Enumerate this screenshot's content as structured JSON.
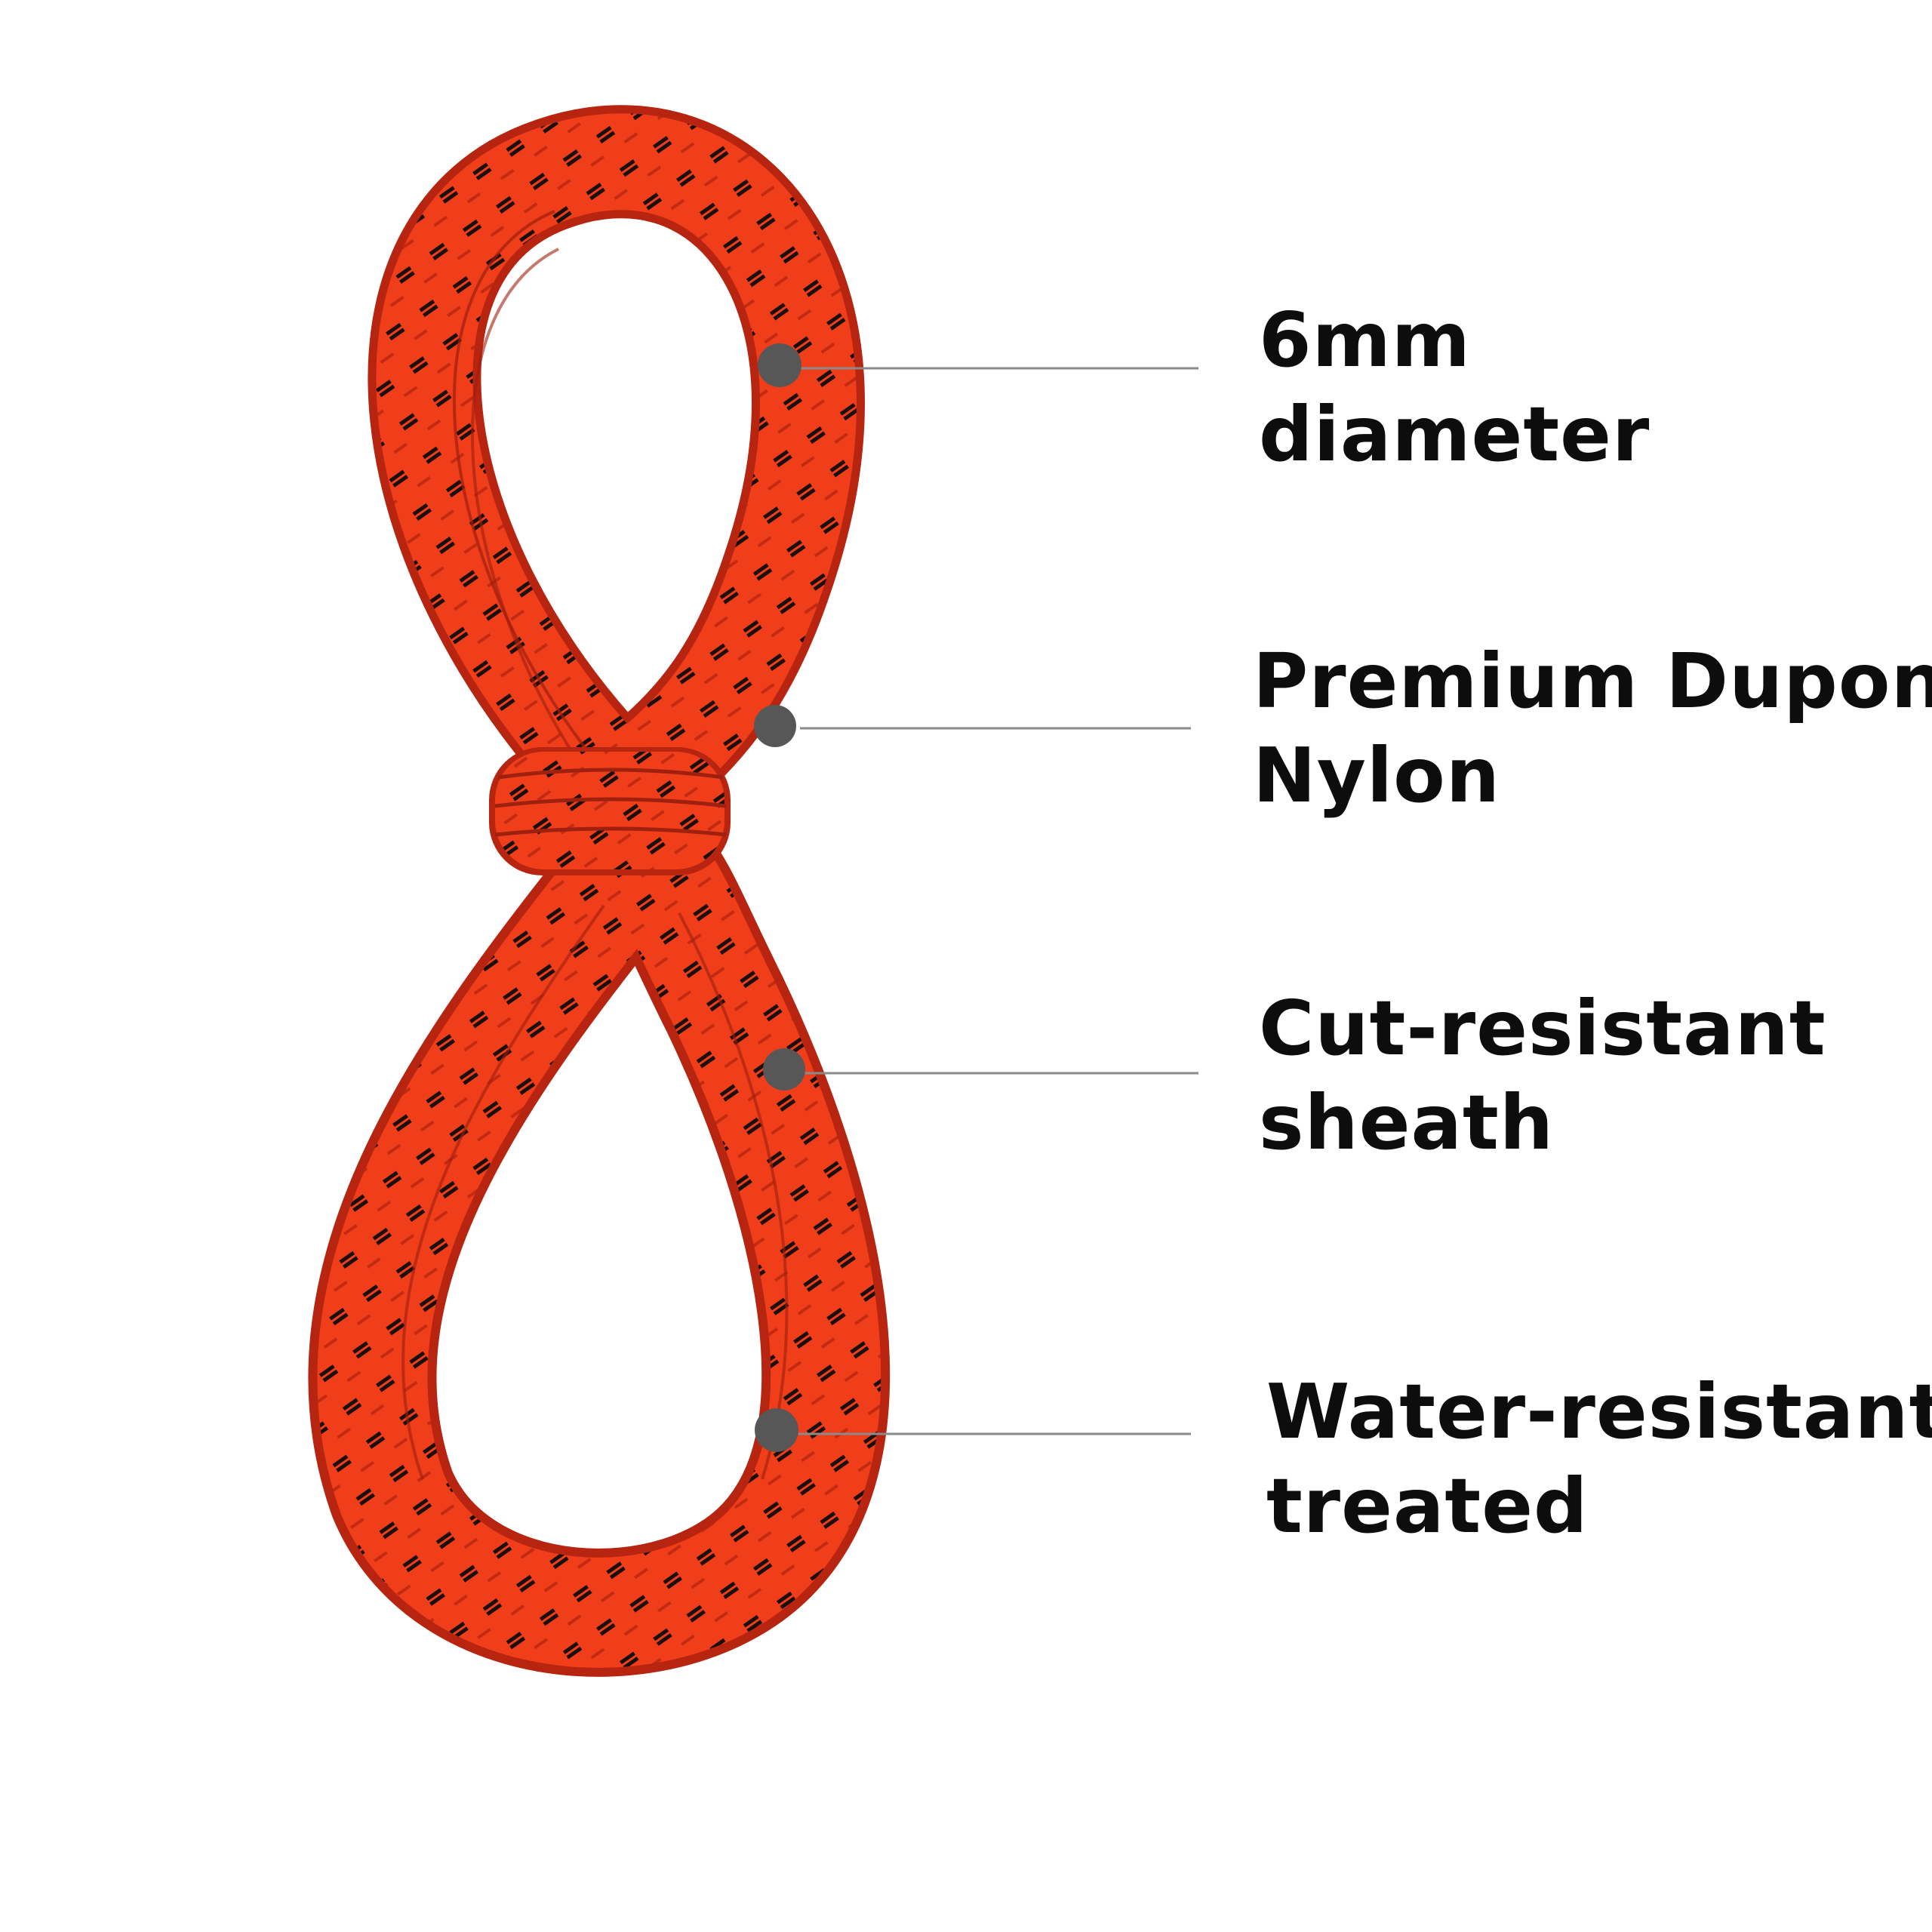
{
  "colors": {
    "rope_main": "#f03e1b",
    "rope_dark": "#b72410",
    "rope_fleck": "#1a0f0c",
    "callout_dot": "#575757",
    "callout_line": "#8a8a8a",
    "text": "#0d0d0d",
    "background": "#ffffff"
  },
  "product": {
    "icon": "rope-figure-eight-coil"
  },
  "features": [
    {
      "line1": "6mm",
      "line2": "diameter"
    },
    {
      "line1": "Premium Dupont",
      "line2": "Nylon"
    },
    {
      "line1": "Cut-resistant",
      "line2": "sheath"
    },
    {
      "line1": "Water-resistant",
      "line2": "treated"
    }
  ]
}
